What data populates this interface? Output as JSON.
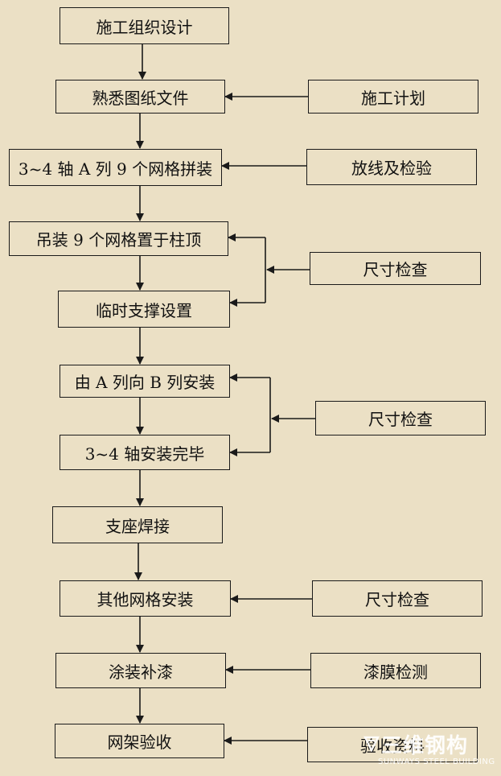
{
  "flow": {
    "main": [
      "施工组织设计",
      "熟悉图纸文件",
      "3~4 轴 A 列 9 个网格拼装",
      "吊装 9 个网格置于柱顶",
      "临时支撑设置",
      "由 A 列向 B 列安装",
      "3~4 轴安装完毕",
      "支座焊接",
      "其他网格安装",
      "涂装补漆",
      "网架验收"
    ],
    "side": [
      "施工计划",
      "放线及检验",
      "尺寸检查",
      "尺寸检查",
      "尺寸检查",
      "漆膜检测",
      "验收资料"
    ]
  },
  "watermark": {
    "name_cn": "三维钢构",
    "name_en": "SUNWAYS STEEL BUILDING"
  },
  "colors": {
    "background": "#ebe0c5",
    "line": "#1a1a1a"
  }
}
